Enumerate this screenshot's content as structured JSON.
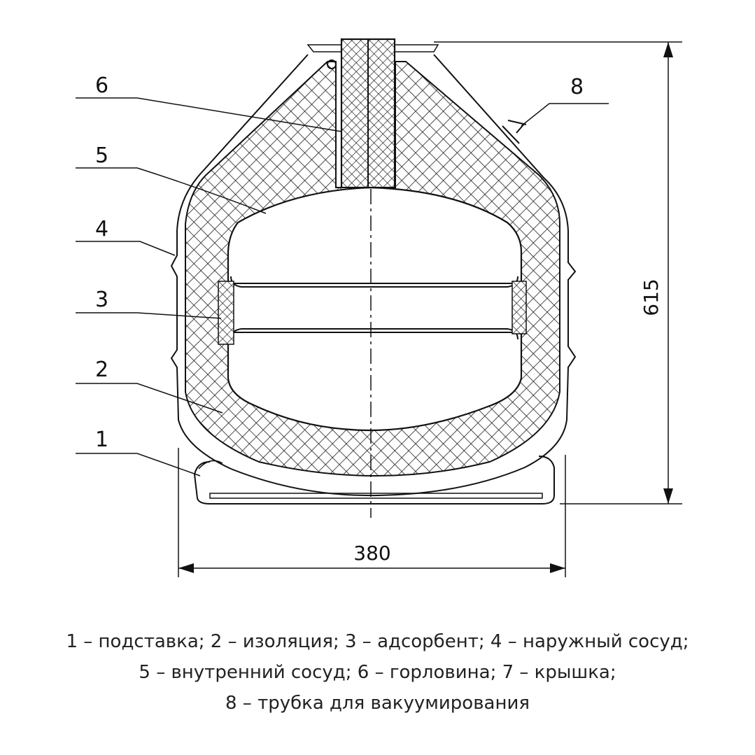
{
  "labels": [
    "1",
    "2",
    "3",
    "4",
    "5",
    "6",
    "8"
  ],
  "dimensions": {
    "height": "615",
    "width": "380"
  },
  "legend": [
    "1 – подставка; 2 – изоляция; 3 – адсорбент; 4 – наружный сосуд;",
    "5 – внутренний сосуд; 6 – горловина; 7 – крышка;",
    "8 – трубка для вакуумирования"
  ]
}
